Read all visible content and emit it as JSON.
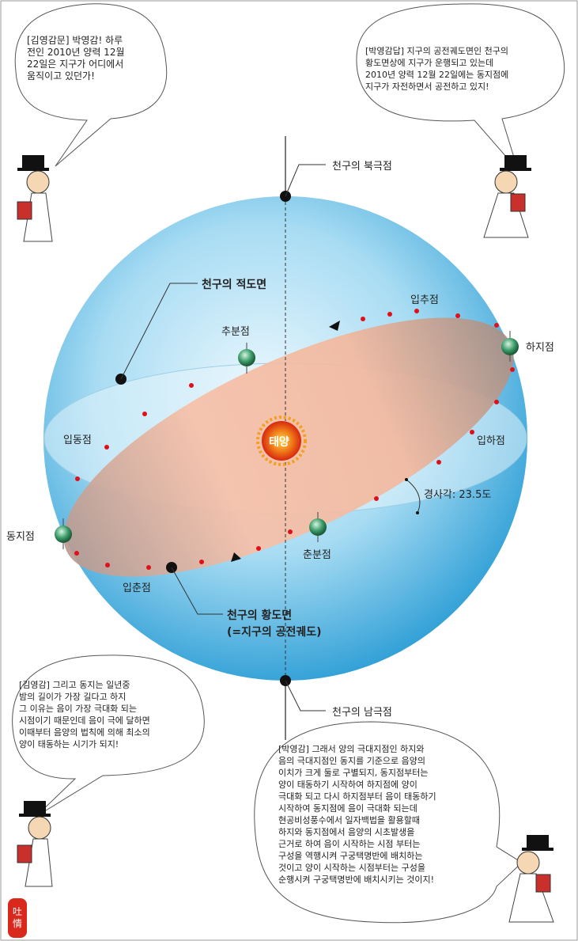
{
  "dialogs": {
    "top_left": [
      "[김영감문] 박영감! 하루",
      "전인 2010년 양력 12월",
      "22일은 지구가 어디에서",
      "움직이고 있던가!"
    ],
    "top_right": [
      "[박영감답] 지구의 공전궤도면인 천구의",
      "황도면상에 지구가 운행되고 있는데",
      "2010년 양력 12월 22일에는 동지점에",
      "지구가 자전하면서 공전하고 있지!"
    ],
    "mid_left": [
      "[김영감] 그리고 동지는 일년중",
      "밤의 길이가 가장 길다고 하지",
      "그 이유는 음이 가장 극대화 되는",
      "시점이기 때문인데 음이 극에 달하면",
      "이때부터 음양의 법칙에 의해 최소의",
      "양이 태동하는 시기가 되지!"
    ],
    "bottom_right": [
      "[박영감] 그래서 양의 극대지점인 하지와",
      "음의 극대지점인 동지를 기준으로 음양의",
      "이치가 크게 둘로 구별되지, 동지점부터는",
      "양이 태동하기 시작하여 하지점에 양이",
      "극대화 되고 다시 하지점부터 음이 태동하기",
      "시작하여 동지점에 음이 극대화 되는데",
      "현공비성풍수에서 일자백법을 활용할때",
      "하지와 동지점에서 음양의 시초발생을",
      "근거로 하여 음이 시작하는 시점 부터는",
      "구성을 역행시켜 구궁택명반에 배치하는",
      "것이고 양이 시작하는 시점부터는 구성을",
      "순행시켜 구궁택명반에 배치시키는 것이지!"
    ]
  },
  "labels": {
    "north_pole": "천구의 북극점",
    "south_pole": "천구의 남극점",
    "equator_plane": "천구의 적도면",
    "ecliptic_plane_1": "천구의 황도면",
    "ecliptic_plane_2": "(=지구의 공전궤도)",
    "autumnal_equinox": "추분점",
    "vernal_equinox": "춘분점",
    "summer_solstice": "하지점",
    "winter_solstice": "동지점",
    "start_autumn": "입추점",
    "start_winter": "입동점",
    "start_summer": "입하점",
    "start_spring": "입춘점",
    "tilt": "경사각: 23.5도",
    "sun": "태양"
  },
  "seal": [
    "吐",
    "情"
  ],
  "colors": {
    "sphere_light": "#e8f6fd",
    "sphere_dark": "#3fa9dc",
    "ecliptic_fill": "#f4b8a0",
    "orbit_dot": "#e0101a",
    "sun_core": "#e23a10",
    "earth": "#3a9a6a"
  }
}
